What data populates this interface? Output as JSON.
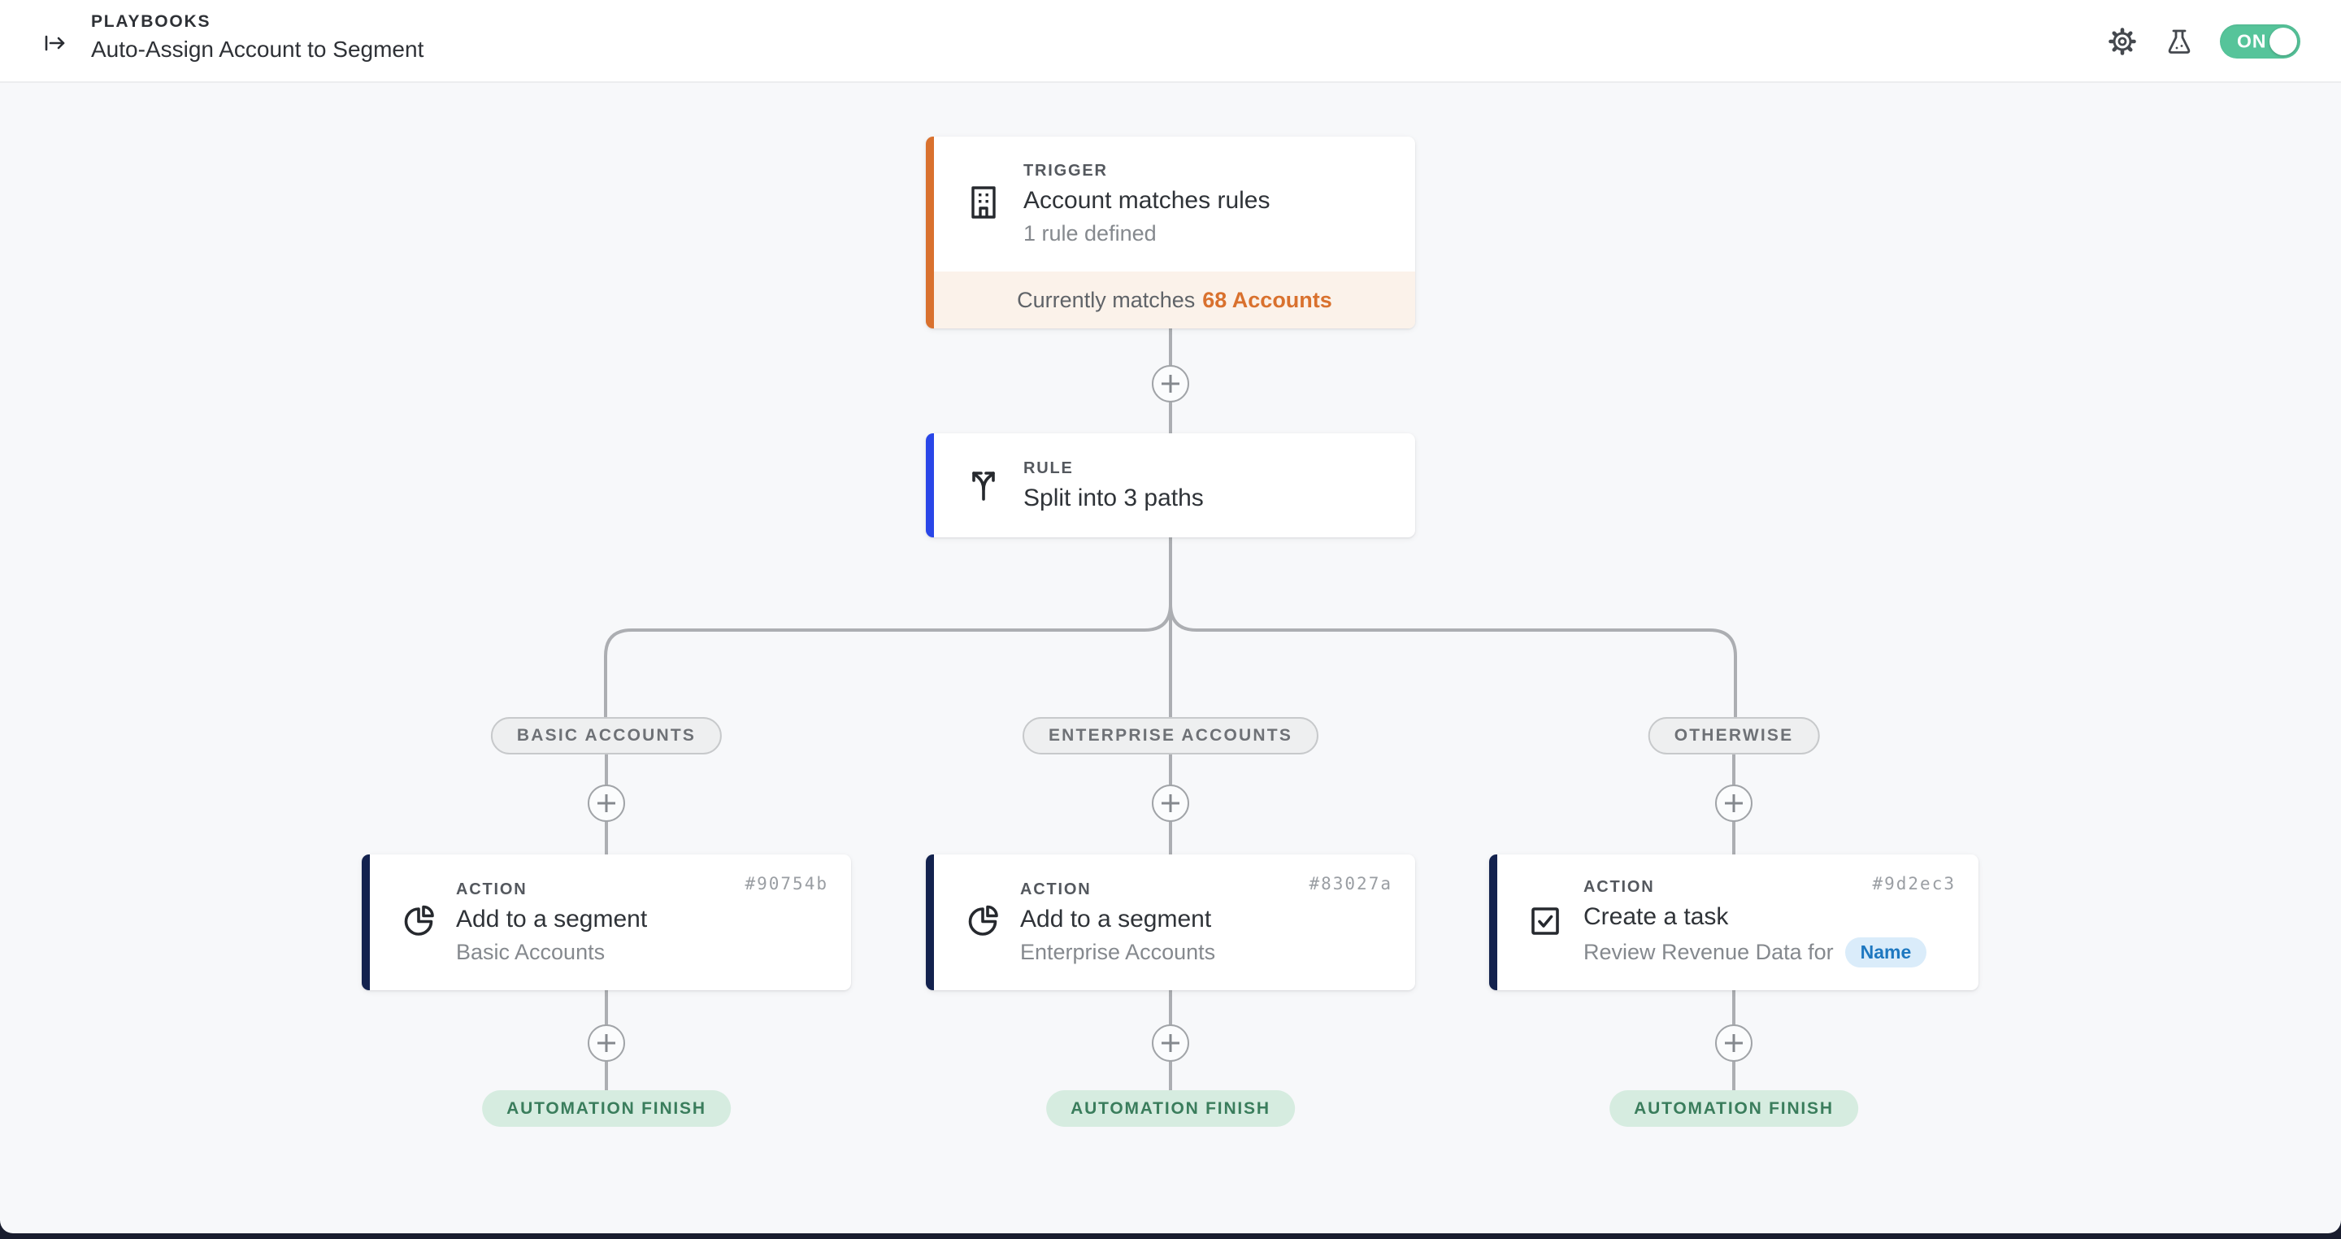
{
  "header": {
    "breadcrumb": "PLAYBOOKS",
    "title": "Auto-Assign Account to Segment",
    "toggle_label": "ON"
  },
  "trigger": {
    "kind_label": "TRIGGER",
    "icon": "building-icon",
    "title": "Account matches rules",
    "subtitle": "1 rule defined",
    "footer_prefix": "Currently matches",
    "footer_value": "68 Accounts"
  },
  "rule": {
    "kind_label": "RULE",
    "icon": "split-paths-icon",
    "title": "Split into 3 paths"
  },
  "branches": [
    {
      "path_label": "BASIC ACCOUNTS",
      "action": {
        "kind_label": "ACTION",
        "id": "#90754b",
        "icon": "pie-segment-icon",
        "title": "Add to a segment",
        "subtitle": "Basic Accounts"
      },
      "finish_label": "AUTOMATION FINISH"
    },
    {
      "path_label": "ENTERPRISE ACCOUNTS",
      "action": {
        "kind_label": "ACTION",
        "id": "#83027a",
        "icon": "pie-segment-icon",
        "title": "Add to a segment",
        "subtitle": "Enterprise Accounts"
      },
      "finish_label": "AUTOMATION FINISH"
    },
    {
      "path_label": "OTHERWISE",
      "action": {
        "kind_label": "ACTION",
        "id": "#9d2ec3",
        "icon": "task-checkbox-icon",
        "title": "Create a task",
        "subtitle_prefix": "Review Revenue Data for",
        "subtitle_token": "Name"
      },
      "finish_label": "AUTOMATION FINISH"
    }
  ],
  "colors": {
    "page-bg": "#191d2e",
    "canvas-bg": "#f7f8fa",
    "trigger-accent": "#d9712e",
    "trigger-tint": "#fbf2ea",
    "rule-accent": "#2946e8",
    "action-accent": "#13224e",
    "toggle-on": "#56c49a",
    "finish-bg": "#d6ece0",
    "finish-text": "#3a7d5c",
    "chip-bg": "#daecfa",
    "chip-text": "#1e78c0",
    "connector": "#acaeb2"
  }
}
